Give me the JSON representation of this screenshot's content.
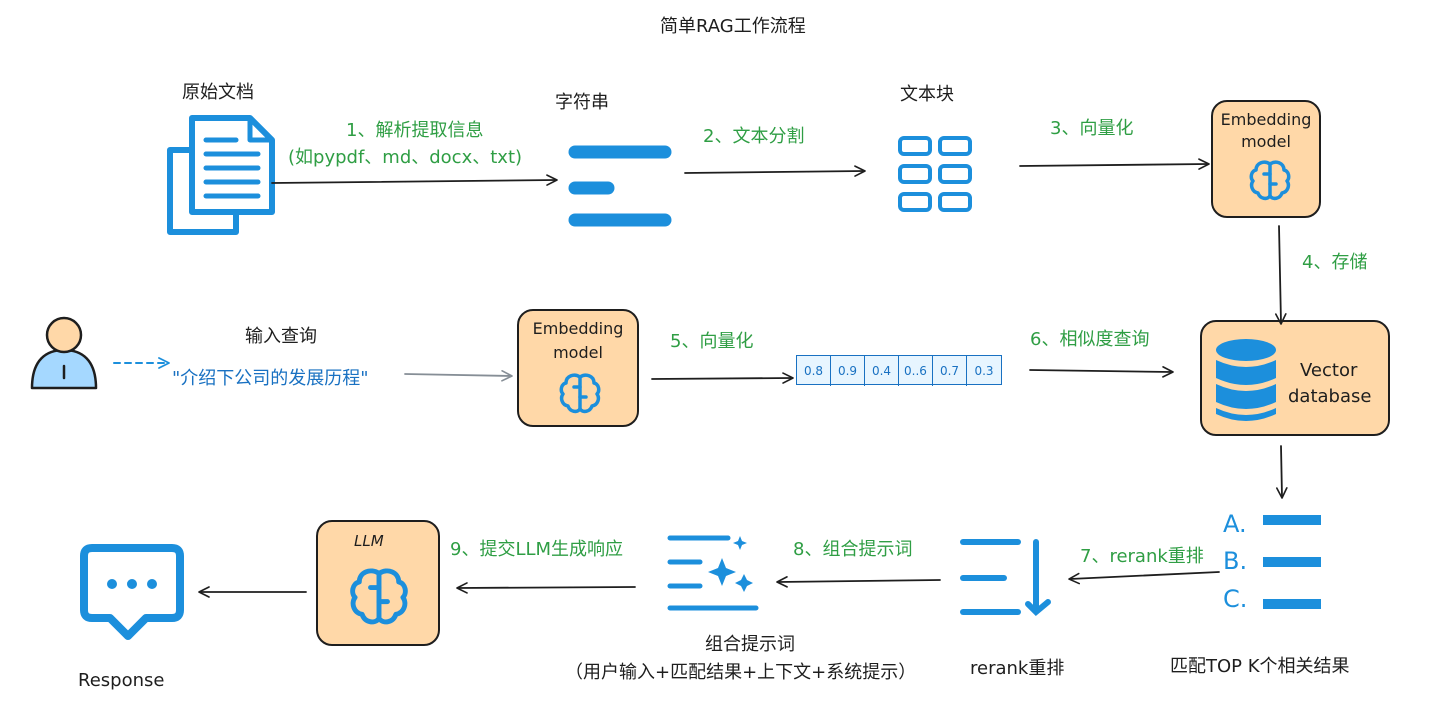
{
  "title": "简单RAG工作流程",
  "nodes": {
    "raw_doc": "原始文档",
    "string": "字符串",
    "text_chunk": "文本块",
    "embedding_top": [
      "Embedding",
      "model"
    ],
    "user_query_label": "输入查询",
    "query_text": "\"介绍下公司的发展历程\"",
    "embedding_mid": [
      "Embedding",
      "model"
    ],
    "vector_cells": [
      "0.8",
      "0.9",
      "0.4",
      "0..6",
      "0.7",
      "0.3"
    ],
    "vector_db": [
      "Vector",
      "database"
    ],
    "topk_letters": [
      "A.",
      "B.",
      "C."
    ],
    "topk_label": "匹配TOP K个相关结果",
    "rerank_label": "rerank重排",
    "prompt_label_1": "组合提示词",
    "prompt_label_2": "（用户输入+匹配结果+上下文+系统提示）",
    "llm": "LLM",
    "response": "Response"
  },
  "steps": {
    "s1_line1": "1、解析提取信息",
    "s1_line2": "(如pypdf、md、docx、txt)",
    "s2": "2、文本分割",
    "s3": "3、向量化",
    "s4": "4、存储",
    "s5": "5、向量化",
    "s6": "6、相似度查询",
    "s7": "7、rerank重排",
    "s8": "8、组合提示词",
    "s9": "9、提交LLM生成响应"
  },
  "colors": {
    "blue": "#1c8fdc",
    "green": "#2f9e44",
    "orange_fill": "#ffd8a8",
    "stroke": "#1e1e1e",
    "vector_blue": "#1971c2",
    "vector_fill": "#e7f5ff",
    "user_face": "#ffd8a8",
    "user_body": "#a5d8ff"
  }
}
